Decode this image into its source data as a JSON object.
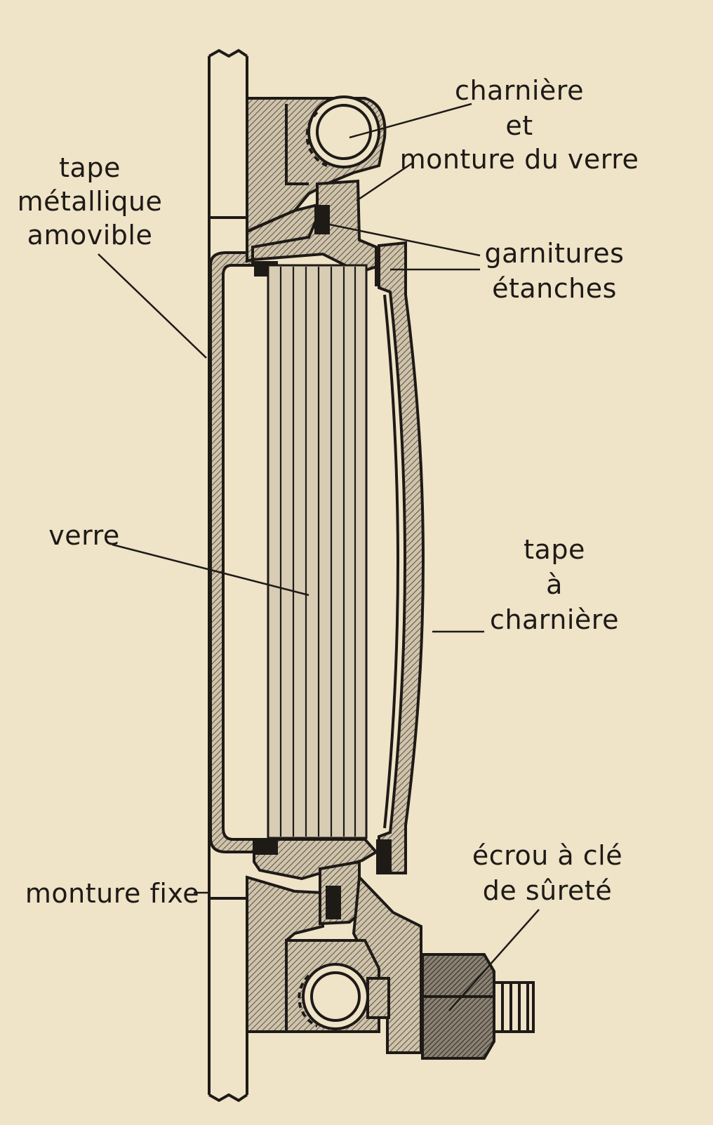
{
  "labels": {
    "hinge": [
      "charnière",
      "et",
      "monture du verre"
    ],
    "removable_cover": [
      "tape",
      "métallique",
      "amovible"
    ],
    "seals": [
      "garnitures",
      "étanches"
    ],
    "glass": "verre",
    "hinged_cover": [
      "tape",
      "à",
      "charnière"
    ],
    "fixed_frame": "monture fixe",
    "safety_nut": [
      "écrou à clé",
      "de sûreté"
    ]
  },
  "colors": {
    "background": "#efe3c8",
    "ink": "#1e1a16"
  }
}
